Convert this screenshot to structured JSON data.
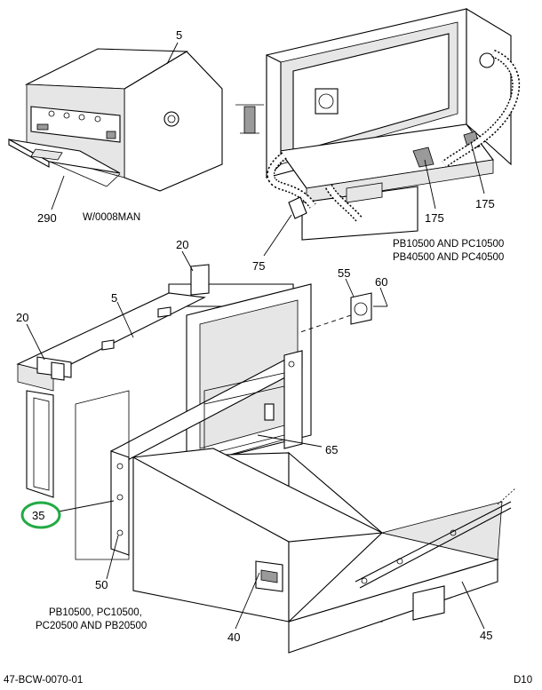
{
  "callouts": {
    "c5_top": "5",
    "c290": "290",
    "c175_a": "175",
    "c175_b": "175",
    "c75": "75",
    "c20_top": "20",
    "c20_left": "20",
    "c5_mid": "5",
    "c55": "55",
    "c60": "60",
    "c65": "65",
    "c35": "35",
    "c50": "50",
    "c40": "40",
    "c45": "45"
  },
  "captions": {
    "top_left": "W/0008MAN",
    "top_right_line1": "PB10500 AND PC10500",
    "top_right_line2": "PB40500 AND PC40500",
    "bottom_line1": "PB10500, PC10500,",
    "bottom_line2": "PC20500 AND PB20500"
  },
  "footer": {
    "part_number": "47-BCW-0070-01",
    "page_code": "D10"
  },
  "highlight": {
    "target_callout": "35",
    "color": "#22aa44"
  }
}
